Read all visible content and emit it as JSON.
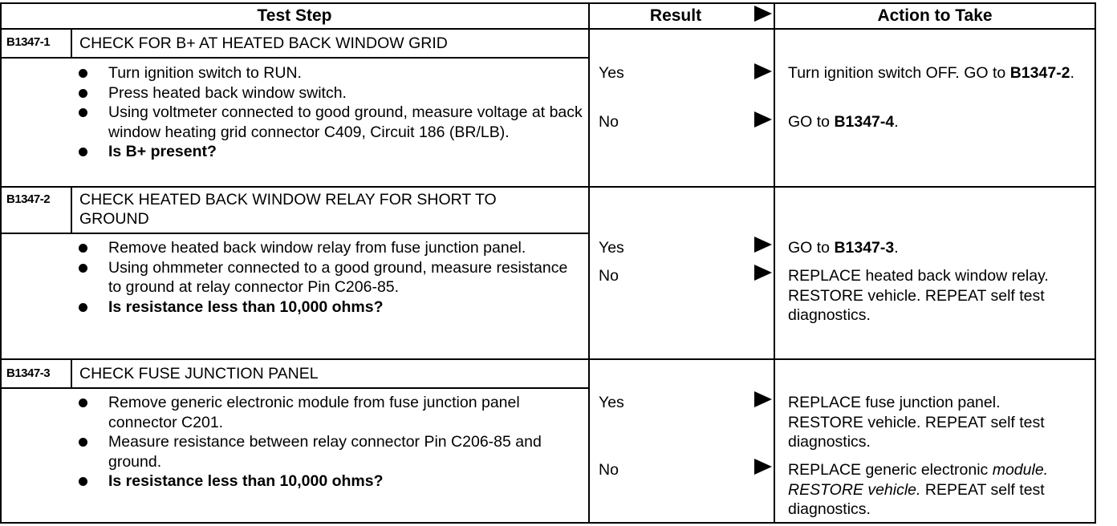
{
  "header": {
    "test_step": "Test Step",
    "result": "Result",
    "action": "Action to Take"
  },
  "steps": [
    {
      "code": "B1347-1",
      "title": "CHECK FOR B+ AT HEATED BACK WINDOW GRID",
      "bullets": [
        {
          "text": "Turn ignition switch to RUN.",
          "bold": false
        },
        {
          "text": "Press heated back window switch.",
          "bold": false
        },
        {
          "text": "Using voltmeter connected to good ground, measure voltage at back window heating grid connector C409, Circuit 186 (BR/LB).",
          "bold": false
        },
        {
          "text": "Is B+ present?",
          "bold": true
        }
      ],
      "results": [
        {
          "result": "Yes",
          "action_parts": [
            {
              "text": "Turn ignition switch OFF. GO to "
            },
            {
              "text": "B1347-2",
              "bold": true
            },
            {
              "text": "."
            }
          ]
        },
        {
          "result": "No",
          "action_parts": [
            {
              "text": "GO to "
            },
            {
              "text": "B1347-4",
              "bold": true
            },
            {
              "text": "."
            }
          ]
        }
      ]
    },
    {
      "code": "B1347-2",
      "title": "CHECK HEATED BACK WINDOW RELAY FOR SHORT TO GROUND",
      "bullets": [
        {
          "text": "Remove heated back window relay from fuse junction panel.",
          "bold": false
        },
        {
          "text": "Using ohmmeter connected to a good ground, measure resistance to ground at relay connector Pin C206-85.",
          "bold": false
        },
        {
          "text": "Is resistance less than 10,000 ohms?",
          "bold": true
        }
      ],
      "results": [
        {
          "result": "Yes",
          "action_parts": [
            {
              "text": "GO to "
            },
            {
              "text": "B1347-3",
              "bold": true
            },
            {
              "text": "."
            }
          ]
        },
        {
          "result": "No",
          "action_parts": [
            {
              "text": "REPLACE heated back window relay. RESTORE vehicle. REPEAT self test diagnostics."
            }
          ]
        }
      ]
    },
    {
      "code": "B1347-3",
      "title": "CHECK FUSE JUNCTION PANEL",
      "bullets": [
        {
          "text": "Remove generic electronic module from fuse junction panel connector C201.",
          "bold": false
        },
        {
          "text": "Measure resistance between relay connector Pin C206-85 and ground.",
          "bold": false
        },
        {
          "text": "Is resistance less than 10,000 ohms?",
          "bold": true
        }
      ],
      "results": [
        {
          "result": "Yes",
          "action_parts": [
            {
              "text": "REPLACE fuse junction panel. RESTORE vehicle. REPEAT self test diagnostics."
            }
          ]
        },
        {
          "result": "No",
          "action_parts": [
            {
              "text": "REPLACE generic electronic "
            },
            {
              "text": "module. RESTORE vehicle.",
              "italic": true
            },
            {
              "text": " REPEAT self test diagnostics."
            }
          ]
        }
      ]
    }
  ]
}
